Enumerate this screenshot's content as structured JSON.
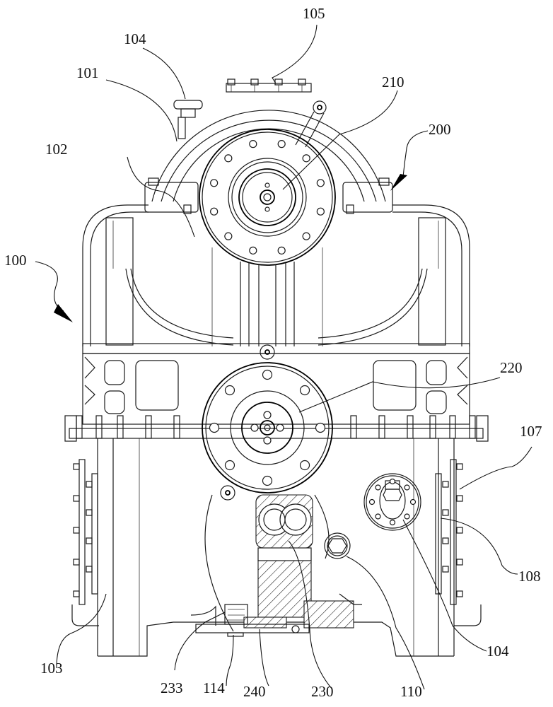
{
  "figure": {
    "type": "mechanical-assembly-front-view",
    "style": "patent line drawing",
    "colors": {
      "line": "#1a1a1a",
      "background": "#ffffff"
    }
  },
  "labels": [
    {
      "id": "100",
      "text": "100",
      "part": "main assembly (arrow)"
    },
    {
      "id": "101",
      "text": "101",
      "part": "upper gear housing"
    },
    {
      "id": "102",
      "text": "102",
      "part": "frame side wall"
    },
    {
      "id": "103",
      "text": "103",
      "part": "lower base body"
    },
    {
      "id": "104a",
      "text": "104",
      "part": "breather cap (top)"
    },
    {
      "id": "104b",
      "text": "104",
      "part": "flange cover (right)"
    },
    {
      "id": "105",
      "text": "105",
      "part": "top cover plate"
    },
    {
      "id": "107",
      "text": "107",
      "part": "outer side plate"
    },
    {
      "id": "108",
      "text": "108",
      "part": "inner side plate"
    },
    {
      "id": "110",
      "text": "110",
      "part": "drain plug"
    },
    {
      "id": "114",
      "text": "114",
      "part": "bottom fitting"
    },
    {
      "id": "200",
      "text": "200",
      "part": "drive assembly (arrow)"
    },
    {
      "id": "210",
      "text": "210",
      "part": "upper gear"
    },
    {
      "id": "220",
      "text": "220",
      "part": "lower gear"
    },
    {
      "id": "230",
      "text": "230",
      "part": "pump body"
    },
    {
      "id": "233",
      "text": "233",
      "part": "pump mounting"
    },
    {
      "id": "240",
      "text": "240",
      "part": "seal element"
    }
  ]
}
